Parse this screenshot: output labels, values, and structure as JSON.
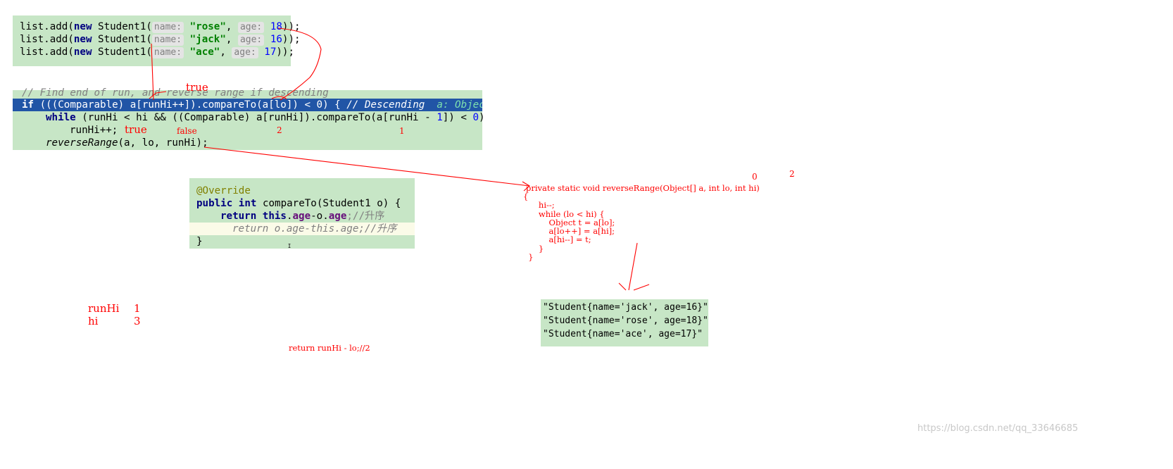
{
  "snippet1": {
    "lines": [
      {
        "prefix": "list.add(",
        "kw": "new",
        "cls": " Student1(",
        "hint1": "name:",
        "str": "\"rose\"",
        "sep": ",",
        "hint2": "age:",
        "num": "18",
        "suffix": "));"
      },
      {
        "prefix": "list.add(",
        "kw": "new",
        "cls": " Student1(",
        "hint1": "name:",
        "str": "\"jack\"",
        "sep": ",",
        "hint2": "age:",
        "num": "16",
        "suffix": "));"
      },
      {
        "prefix": "list.add(",
        "kw": "new",
        "cls": " Student1(",
        "hint1": "name:",
        "str": "\"ace\"",
        "sep": ",",
        "hint2": "age:",
        "num": "17",
        "suffix": "));"
      }
    ]
  },
  "snippet2": {
    "comment": "// Find end of run, and reverse range if descending",
    "if_kw": "if",
    "if_code": " (((Comparable) a[runHi++]).compareTo(a[lo]) < 0) { ",
    "if_comment": "// Descending",
    "debug_hint": "a: Objec",
    "while_kw": "while",
    "while_code": " (runHi < hi && ((Comparable) a[runHi]).compareTo(a[runHi - ",
    "while_num1": "1",
    "while_mid": "]) < ",
    "while_num2": "0",
    "while_end": ")",
    "inc_line": "runHi++;",
    "reverse_fn": "reverseRange",
    "reverse_args": "(a, lo, runHi);"
  },
  "snippet3": {
    "annotation": "@Override",
    "sig_kw1": "public",
    "sig_kw2": "int",
    "sig_rest": " compareTo(Student1 o) {",
    "ret_kw": "return",
    "this_kw": "this",
    "ret_dot": ".",
    "field1": "age",
    "ret_minus": "-o.",
    "field2": "age",
    "ret_tail": ";//升序",
    "commented_line": "return o.age-this.age;//升序",
    "close": "}"
  },
  "reverse_method": {
    "signature": "private static void reverseRange(Object[] a, int lo, int hi)",
    "body": "{\n      hi--;\n      while (lo < hi) {\n          Object t = a[lo];\n          a[lo++] = a[hi];\n          a[hi--] = t;\n      }\n  }"
  },
  "result": {
    "lines": [
      "\"Student{name='jack', age=16}\"",
      "\"Student{name='rose', age=18}\"",
      "\"Student{name='ace', age=17}\""
    ]
  },
  "annotations": {
    "true_top": "true",
    "true_left": "true",
    "false_label": "false",
    "val_2": "2",
    "val_1": "1",
    "lo_0": "0",
    "hi_2": "2",
    "runhi_label": "runHi",
    "runhi_val": "1",
    "hi_label": "hi",
    "hi_val": "3",
    "return_note": "return runHi - lo;//2"
  },
  "watermark": "https://blog.csdn.net/qq_33646685",
  "colors": {
    "panel": "#c7e6c6",
    "selection": "#2155a6",
    "annotation": "#ff0000"
  }
}
